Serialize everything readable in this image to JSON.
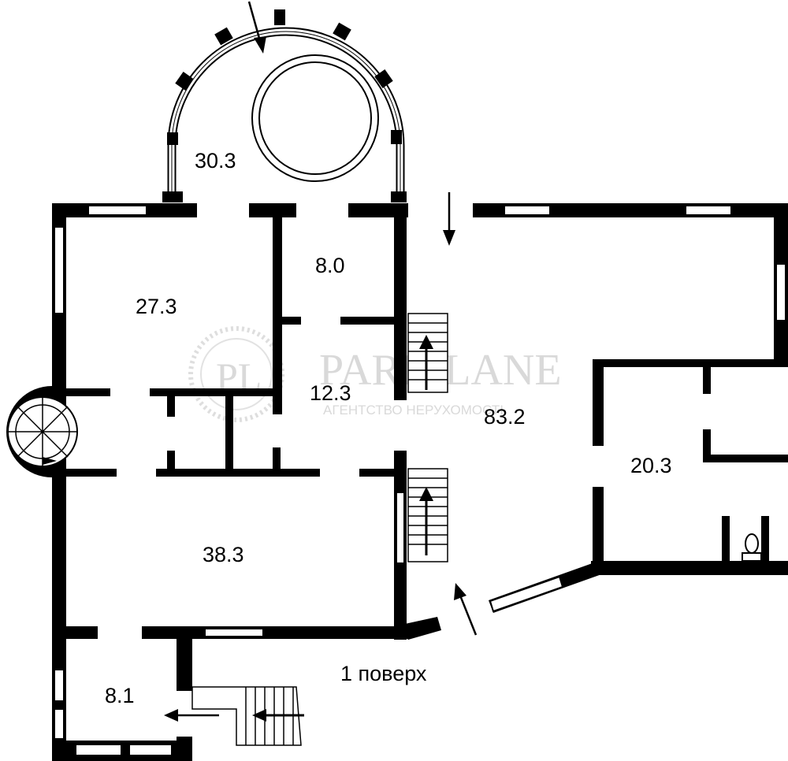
{
  "floor_label": "1 поверх",
  "rooms": [
    {
      "id": "terrace",
      "area": "30.3"
    },
    {
      "id": "room-a",
      "area": "27.3"
    },
    {
      "id": "room-b",
      "area": "8.0"
    },
    {
      "id": "hall",
      "area": "12.3"
    },
    {
      "id": "living",
      "area": "83.2"
    },
    {
      "id": "room-c",
      "area": "20.3"
    },
    {
      "id": "room-d",
      "area": "38.3"
    },
    {
      "id": "porch",
      "area": "8.1"
    }
  ],
  "watermark": {
    "logo": "PL",
    "brand": "PARK LANE",
    "tagline": "АГЕНТСТВО НЕРУХОМОСТІ"
  },
  "icons": [
    "entrance-arrow-icon",
    "stair-arrow-icon",
    "toilet-icon",
    "spiral-stair-icon"
  ]
}
